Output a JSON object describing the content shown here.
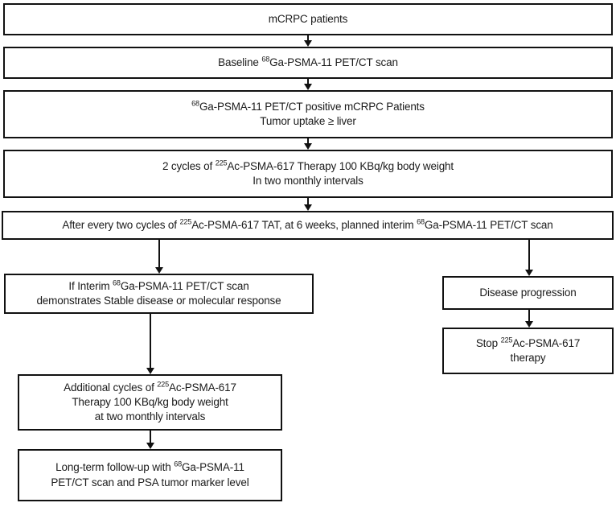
{
  "diagram": {
    "title": "mCRPC 225Ac-PSMA-617 therapy treatment flowchart",
    "background_color": "#ffffff",
    "line_color": "#111111",
    "text_color": "#1b1b1b"
  },
  "nodes": [
    {
      "id": "mcrpc-patients",
      "lines": [
        [
          {
            "t": "mCRPC patients"
          }
        ]
      ]
    },
    {
      "id": "baseline-scan",
      "lines": [
        [
          {
            "t": "Baseline "
          },
          {
            "sup": "68"
          },
          {
            "t": "Ga-PSMA-11 PET/CT scan"
          }
        ]
      ]
    },
    {
      "id": "positive-patients",
      "lines": [
        [
          {
            "sup": "68"
          },
          {
            "t": "Ga-PSMA-11 PET/CT  positive mCRPC Patients"
          }
        ],
        [
          {
            "t": "Tumor  uptake ≥ liver"
          }
        ]
      ]
    },
    {
      "id": "two-cycles-therapy",
      "lines": [
        [
          {
            "t": "2 cycles of  "
          },
          {
            "sup": "225"
          },
          {
            "t": "Ac-PSMA-617 Therapy  100 KBq/kg body weight"
          }
        ],
        [
          {
            "t": "In two monthly  intervals"
          }
        ]
      ]
    },
    {
      "id": "interim-scan-plan",
      "lines": [
        [
          {
            "t": "After every two cycles of "
          },
          {
            "sup": "225"
          },
          {
            "t": "Ac-PSMA-617 TAT, at 6 weeks, planned interim "
          },
          {
            "sup": "68"
          },
          {
            "t": "Ga-PSMA-11 PET/CT scan"
          }
        ]
      ]
    },
    {
      "id": "stable-or-response",
      "lines": [
        [
          {
            "t": "If Interim  "
          },
          {
            "sup": "68"
          },
          {
            "t": "Ga-PSMA-11 PET/CT scan"
          }
        ],
        [
          {
            "t": "demonstrates Stable disease or molecular response"
          }
        ]
      ]
    },
    {
      "id": "disease-progression",
      "lines": [
        [
          {
            "t": "Disease progression"
          }
        ]
      ]
    },
    {
      "id": "stop-therapy",
      "lines": [
        [
          {
            "t": "Stop "
          },
          {
            "sup": "225"
          },
          {
            "t": "Ac-PSMA-617"
          }
        ],
        [
          {
            "t": "therapy"
          }
        ]
      ]
    },
    {
      "id": "additional-cycles",
      "lines": [
        [
          {
            "t": "Additional cycles of  "
          },
          {
            "sup": "225"
          },
          {
            "t": "Ac-PSMA-617"
          }
        ],
        [
          {
            "t": "Therapy  100 KBq/kg body weight"
          }
        ],
        [
          {
            "t": "at two monthly  intervals"
          }
        ]
      ]
    },
    {
      "id": "long-term-followup",
      "lines": [
        [
          {
            "t": "Long-term follow-up with "
          },
          {
            "sup": "68"
          },
          {
            "t": "Ga-PSMA-11"
          }
        ],
        [
          {
            "t": "PET/CT scan and PSA tumor marker level"
          }
        ]
      ]
    }
  ]
}
